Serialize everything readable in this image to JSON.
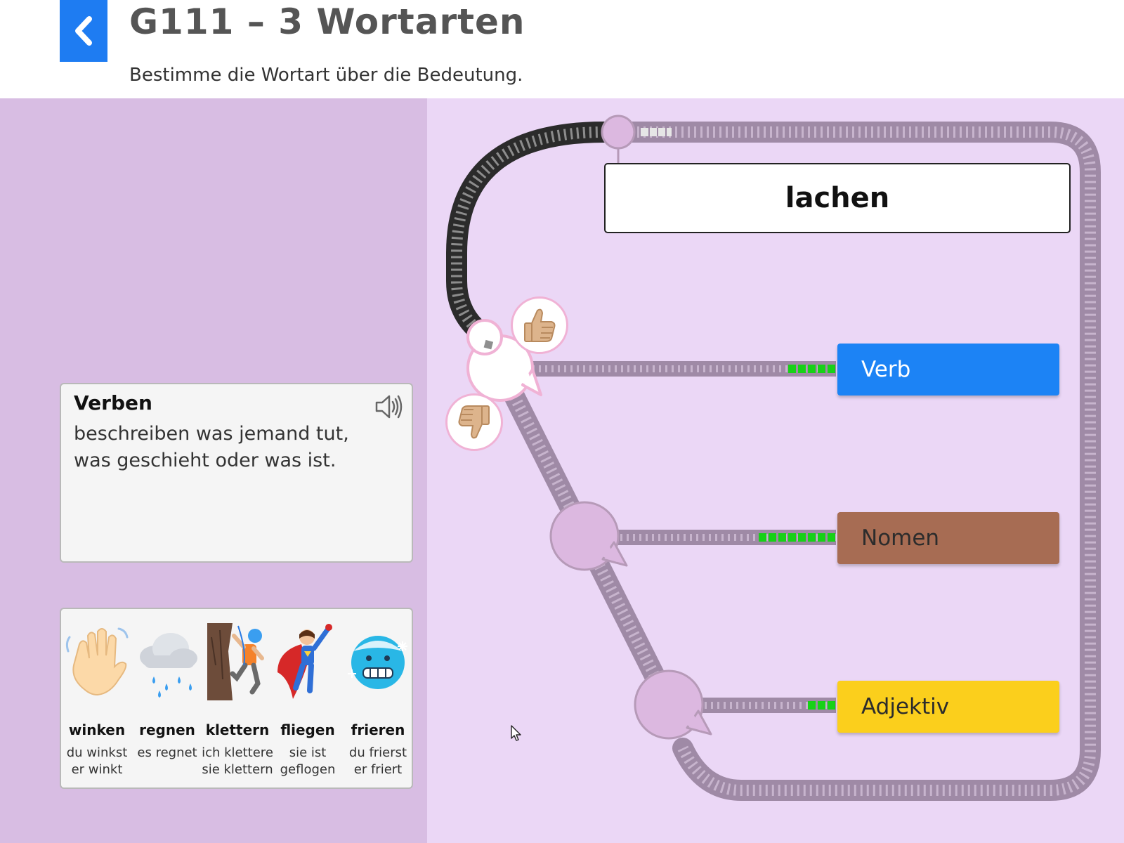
{
  "header": {
    "title": "G111 – 3 Wortarten",
    "subtitle": "Bestimme die Wortart über die Bedeutung."
  },
  "word": "lachen",
  "categories": [
    {
      "label": "Verb",
      "color": "#1c83f5",
      "progress_squares": 5
    },
    {
      "label": "Nomen",
      "color": "#a76c53",
      "progress_squares": 8
    },
    {
      "label": "Adjektiv",
      "color": "#fbcf1c",
      "progress_squares": 3
    }
  ],
  "definition": {
    "title": "Verben",
    "text": "beschreiben was jemand tut, was geschieht oder was ist.",
    "icon": "speaker-icon"
  },
  "examples": [
    {
      "icon": "waving-hand",
      "word": "winken",
      "form1": "du winkst",
      "form2": "er winkt"
    },
    {
      "icon": "rain-cloud",
      "word": "regnen",
      "form1": "es regnet",
      "form2": ""
    },
    {
      "icon": "person-climbing",
      "word": "klettern",
      "form1": "ich klettere",
      "form2": "sie klettern"
    },
    {
      "icon": "superhero",
      "word": "fliegen",
      "form1": "sie ist",
      "form2": "geflogen"
    },
    {
      "icon": "freezing-face",
      "word": "frieren",
      "form1": "du frierst",
      "form2": "er friert"
    }
  ],
  "feedback": {
    "thumbs_up_icon": "thumbs-up-icon",
    "thumbs_down_icon": "thumbs-down-icon"
  },
  "colors": {
    "accent_blue": "#1e7cf2",
    "left_panel": "#d8bde3",
    "right_panel": "#ebd7f6",
    "progress_green": "#17d117",
    "station_pink": "#f0b2d5"
  }
}
